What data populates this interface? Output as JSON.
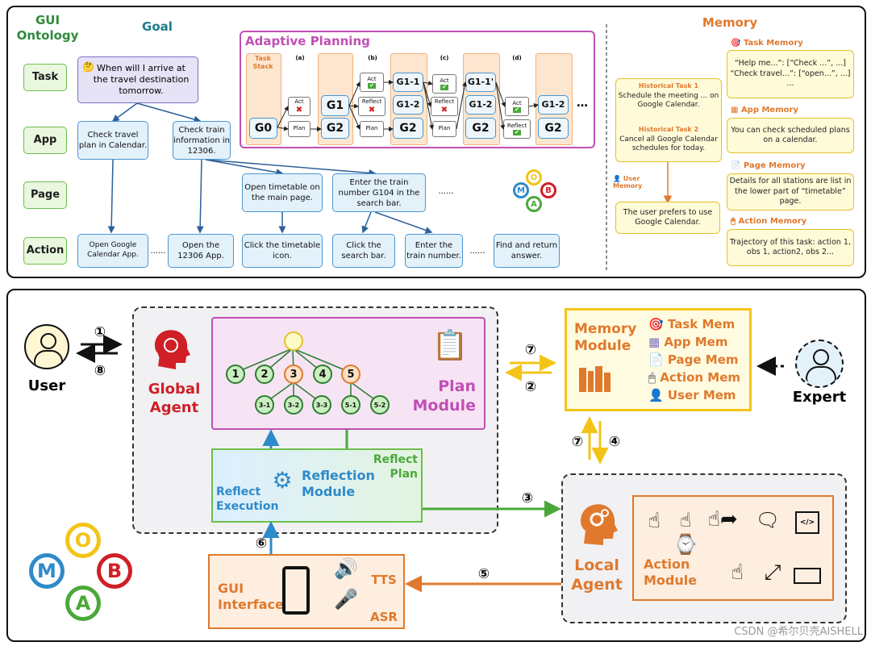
{
  "top": {
    "ontology_title": "GUI\nOntology",
    "goal_title": "Goal",
    "levels": [
      "Task",
      "App",
      "Page",
      "Action"
    ],
    "task_text": "When will I arrive at the travel destination tomorrow.",
    "app1": "Check travel plan in Calendar.",
    "app2": "Check train information in 12306.",
    "page1": "Open timetable on the main page.",
    "page2": "Enter the train number G104 in the search bar.",
    "page_dots": "......",
    "act1": "Open Google Calendar App.",
    "act2": "Open the 12306 App.",
    "act3": "Click the timetable icon.",
    "act4": "Click the search bar.",
    "act5": "Enter the train number.",
    "act6": "Find and return answer.",
    "act_dots": "......",
    "obma": {
      "o": "O",
      "m": "M",
      "b": "B",
      "a": "A"
    }
  },
  "planning": {
    "title": "Adaptive Planning",
    "task_stack": "Task\nStack",
    "cols": [
      "(a)",
      "(b)",
      "(c)",
      "(d)"
    ],
    "g0": "G0",
    "g1": "G1",
    "g2": "G2",
    "g11": "G1-1",
    "g12": "G1-2",
    "g11p": "G1-1'",
    "act": "Act",
    "plan": "Plan",
    "reflect": "Reflect",
    "ellipsis": "…"
  },
  "memory": {
    "title": "Memory",
    "hist1_title": "Historical Task 1",
    "hist1_text": "Schedule the meeting ... on Google Calendar.",
    "hist2_title": "Historical Task 2",
    "hist2_text": "Cancel all Google Calendar schedules for today.",
    "user_mem_label": "User\nMemory",
    "user_mem_text": "The user prefers to use Google Calendar.",
    "task_mem_label": "Task Memory",
    "task_mem_text": "“Help me...”: [“Check ...”, ...]\n“Check travel...”: [“open...”, ...]\n...",
    "app_mem_label": "App Memory",
    "app_mem_text": "You can check scheduled plans on a calendar.",
    "page_mem_label": "Page Memory",
    "page_mem_text": "Details for all stations are list in the lower part of “timetable” page.",
    "action_mem_label": "Action Memory",
    "action_mem_text": "Trajectory of this task: action 1, obs 1, action2, obs 2..."
  },
  "bottom": {
    "user": "User",
    "expert": "Expert",
    "global_agent": "Global\nAgent",
    "plan_module": "Plan\nModule",
    "reflection_module": "Reflection\nModule",
    "reflect_plan": "Reflect\nPlan",
    "reflect_execution": "Reflect\nExecution",
    "memory_module": "Memory\nModule",
    "mem_items": [
      "Task Mem",
      "App Mem",
      "Page Mem",
      "Action Mem",
      "User Mem"
    ],
    "local_agent": "Local\nAgent",
    "action_module": "Action\nModule",
    "gui_interface": "GUI\nInterface",
    "tts": "TTS",
    "asr": "ASR",
    "tree_nodes": [
      "1",
      "2",
      "3",
      "4",
      "5",
      "3-1",
      "3-2",
      "3-3",
      "5-1",
      "5-2"
    ],
    "steps": [
      "①",
      "②",
      "③",
      "④",
      "⑤",
      "⑥",
      "⑦",
      "⑧"
    ],
    "obma": {
      "o": "O",
      "m": "M",
      "b": "B",
      "a": "A"
    },
    "watermark": "CSDN @希尔贝壳AISHELL"
  },
  "colors": {
    "orange": "#e0792d",
    "purple": "#c14fb5",
    "red": "#d01f27",
    "blue": "#2f8ac9",
    "green": "#4aa83a",
    "yellow": "#f3c417"
  }
}
